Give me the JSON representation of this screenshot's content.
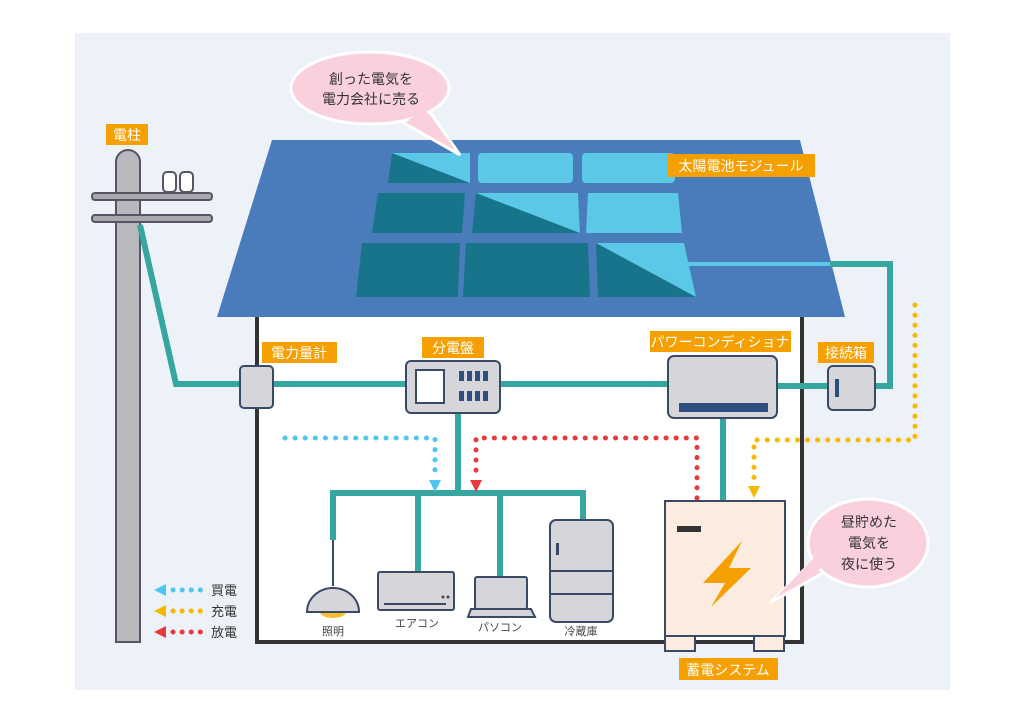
{
  "colors": {
    "background": "#edf2f8",
    "roof": "#4a7bbb",
    "panel_dark": "#17748a",
    "panel_light": "#5bc8e8",
    "wire": "#38a6a0",
    "label_bg": "#f5a000",
    "buy": "#4ec6ef",
    "charge": "#f6b800",
    "discharge": "#e83a3a",
    "bubble": "#fbd0dd"
  },
  "labels": {
    "pole": "電柱",
    "solar_module": "太陽電池モジュール",
    "meter": "電力量計",
    "distribution_board": "分電盤",
    "power_conditioner": "パワーコンディショナ",
    "junction_box": "接続箱",
    "storage_system": "蓄電システム"
  },
  "appliances": {
    "light": "照明",
    "aircon": "エアコン",
    "pc": "パソコン",
    "fridge": "冷蔵庫"
  },
  "bubbles": {
    "sell": [
      "創った電気を",
      "電力会社に売る"
    ],
    "night": [
      "昼貯めた",
      "電気を",
      "夜に使う"
    ]
  },
  "legend": [
    {
      "label": "買電",
      "color": "#4ec6ef"
    },
    {
      "label": "充電",
      "color": "#f6b800"
    },
    {
      "label": "放電",
      "color": "#e83a3a"
    }
  ]
}
